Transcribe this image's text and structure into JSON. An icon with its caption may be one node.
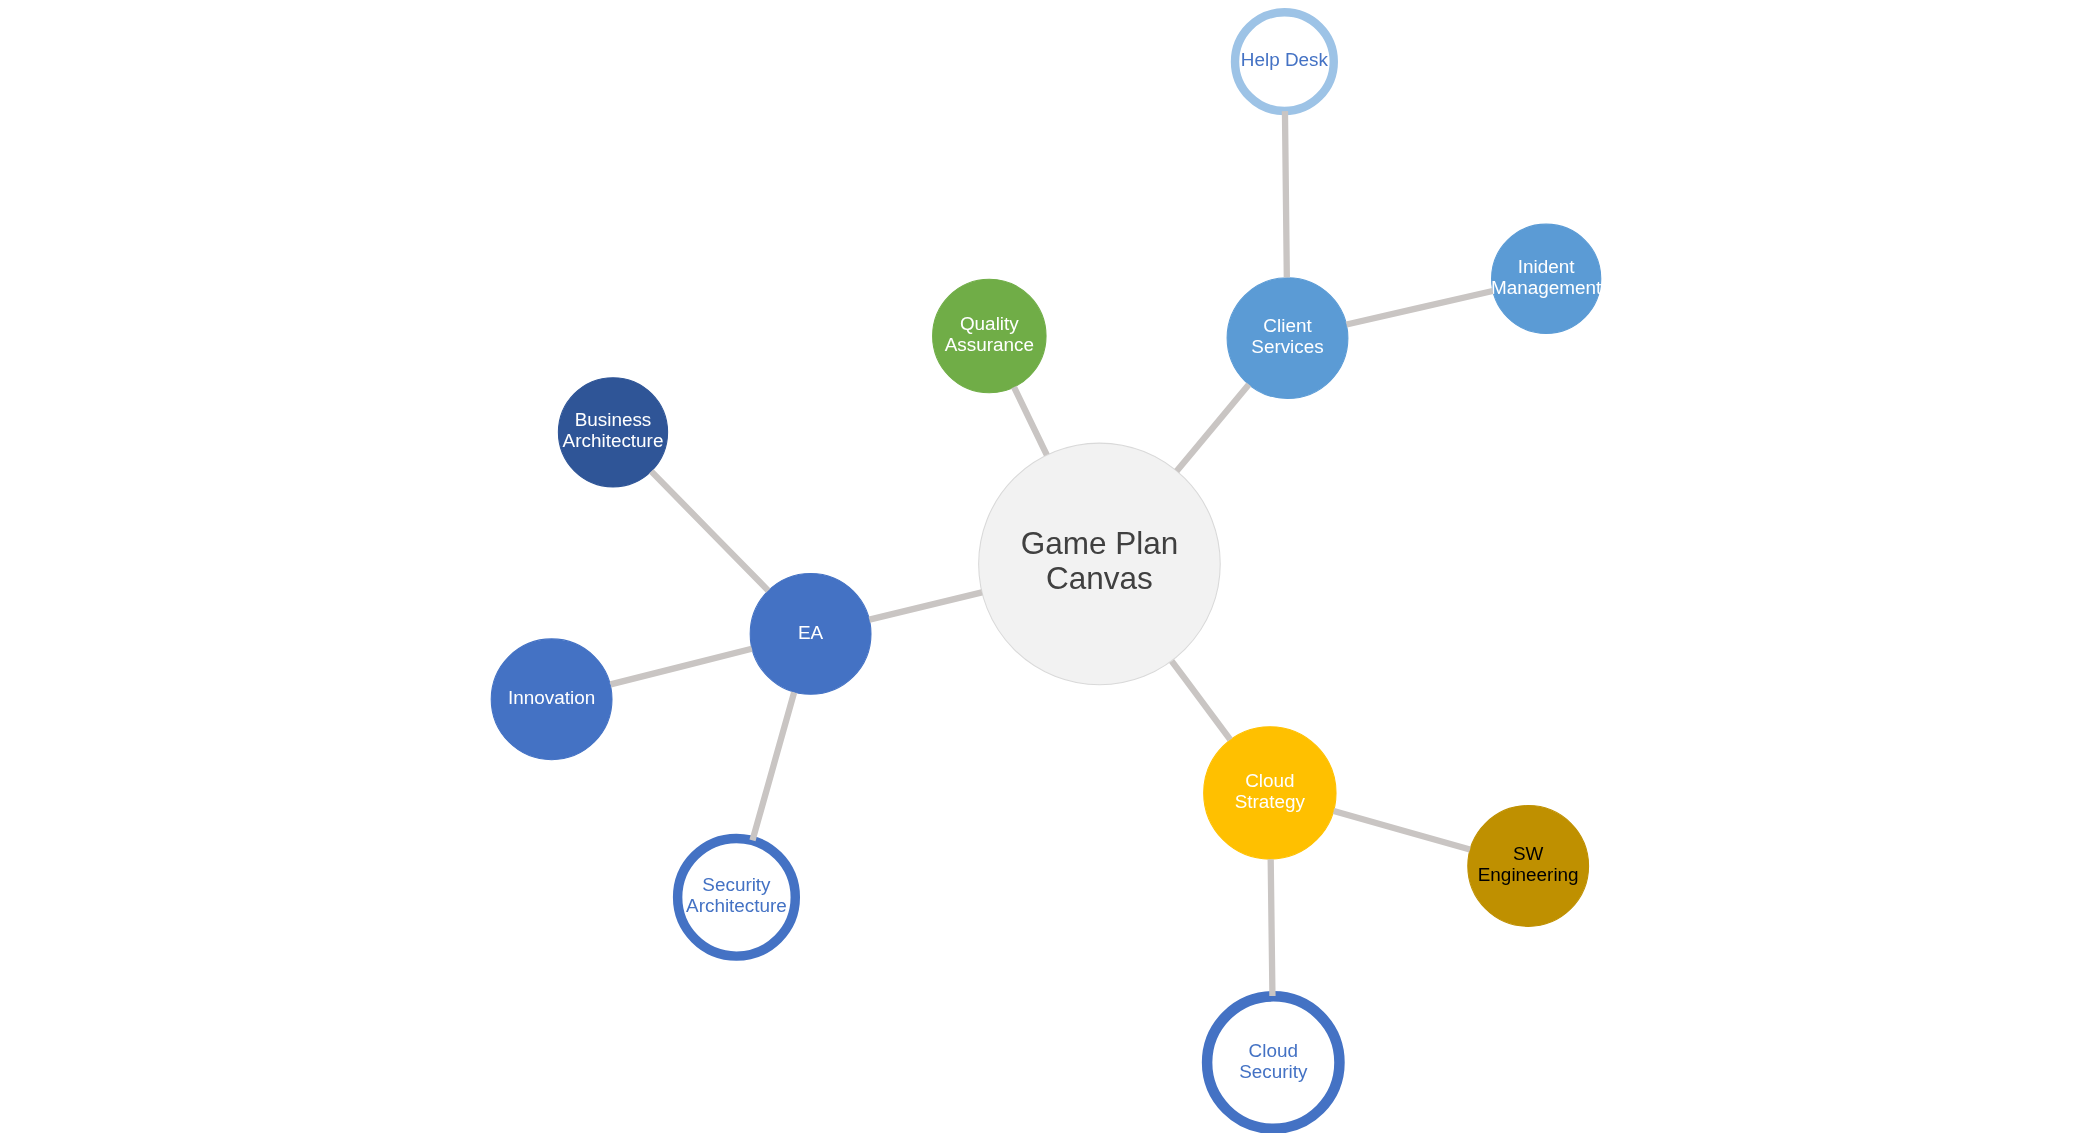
{
  "diagram": {
    "nodes": [
      {
        "text": [
          "Game Plan Canvas"
        ]
      },
      {
        "text": [
          "Help Desk"
        ]
      },
      {
        "text": [
          "Inident Management"
        ]
      },
      {
        "text": [
          "Client Services"
        ]
      },
      {
        "text": [
          "Quality Assurance"
        ]
      },
      {
        "text": [
          "Cloud Strategy"
        ]
      },
      {
        "text": [
          "Cloud Security"
        ]
      },
      {
        "text": [
          "SW Engineering"
        ]
      },
      {
        "text": [
          "Innovation"
        ]
      },
      {
        "text": [
          "EA"
        ]
      },
      {
        "text": [
          "Security Architecture"
        ]
      },
      {
        "text": [
          "Business Architecture"
        ]
      }
    ],
    "edges": [
      {
        "from": 0,
        "to": 3,
        "arrow": "none"
      },
      {
        "from": 3,
        "to": 1,
        "arrow": "none"
      },
      {
        "from": 3,
        "to": 2,
        "arrow": "none"
      },
      {
        "from": 0,
        "to": 4,
        "arrow": "none"
      },
      {
        "from": 0,
        "to": 5,
        "arrow": "none"
      },
      {
        "from": 5,
        "to": 6,
        "arrow": "none"
      },
      {
        "from": 5,
        "to": 7,
        "arrow": "none"
      },
      {
        "from": 0,
        "to": 9,
        "arrow": "none"
      },
      {
        "from": 9,
        "to": 8,
        "arrow": "none"
      },
      {
        "from": 9,
        "to": 10,
        "arrow": "none"
      },
      {
        "from": 9,
        "to": 11,
        "arrow": "none"
      }
    ]
  }
}
